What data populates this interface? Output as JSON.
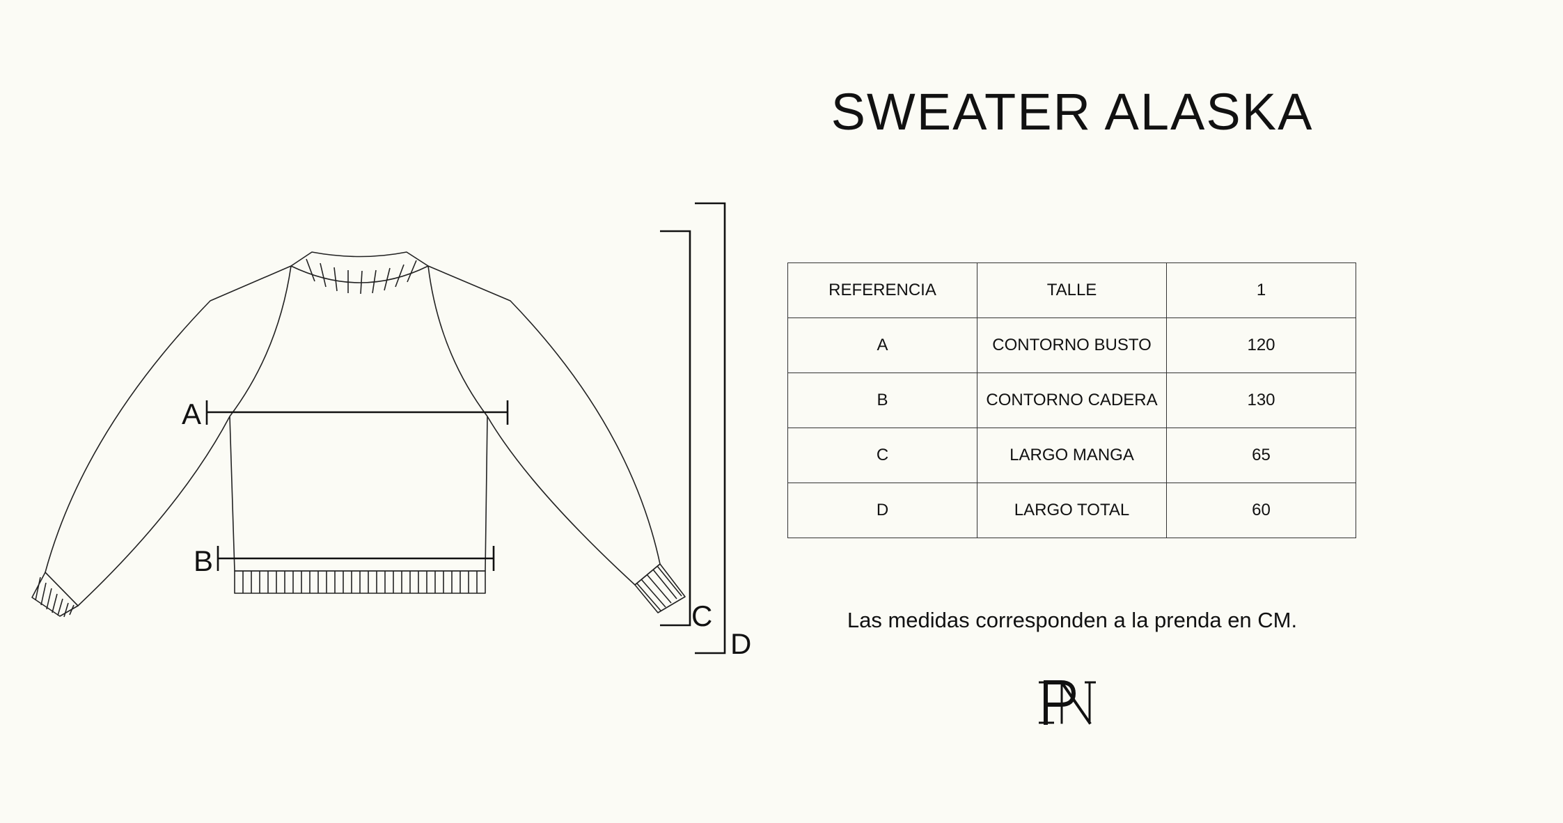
{
  "title": "SWEATER ALASKA",
  "diagram_labels": {
    "a": "A",
    "b": "B",
    "c": "C",
    "d": "D"
  },
  "table": {
    "header": [
      "REFERENCIA",
      "TALLE",
      "1"
    ],
    "rows": [
      [
        "A",
        "CONTORNO BUSTO",
        "120"
      ],
      [
        "B",
        "CONTORNO CADERA",
        "130"
      ],
      [
        "C",
        "LARGO MANGA",
        "65"
      ],
      [
        "D",
        "LARGO TOTAL",
        "60"
      ]
    ]
  },
  "note": "Las medidas corresponden a la prenda en CM.",
  "logo_text": "PN"
}
